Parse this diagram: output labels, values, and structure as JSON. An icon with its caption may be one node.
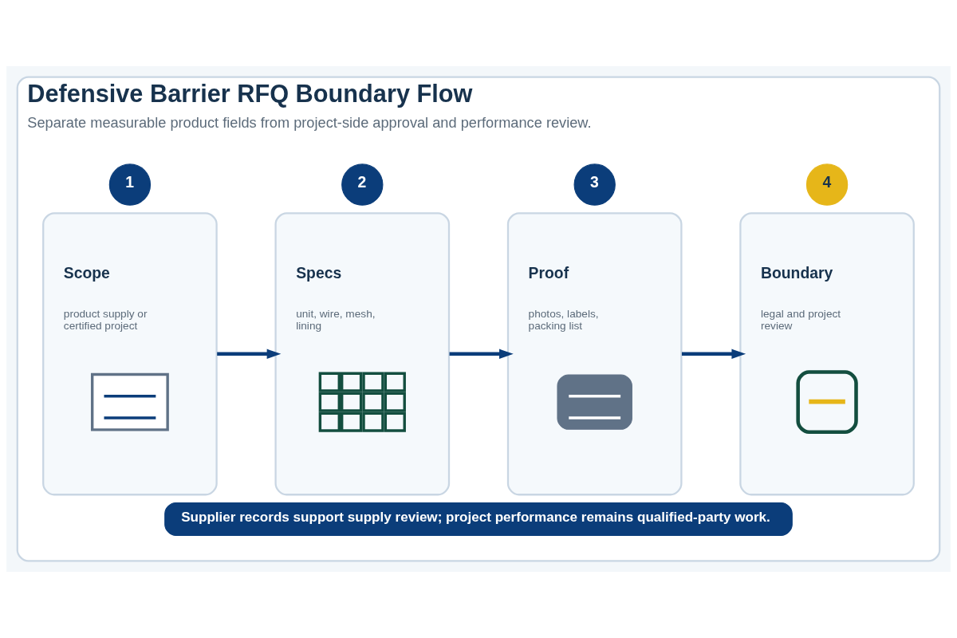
{
  "diagram": {
    "nodes": [
      {
        "text": [
          "Defensive Barrier RFQ Boundary Flow",
          "Separate measurable product fields from project-side approval and performance review."
        ]
      },
      {
        "text": [
          "1"
        ],
        "in": 0
      },
      {
        "text": [
          "Scope",
          "product supply or certified project"
        ],
        "in": 0
      },
      {
        "text": [
          "2"
        ],
        "in": 0
      },
      {
        "text": [
          "Specs",
          "unit, wire, mesh, lining"
        ],
        "in": 0
      },
      {
        "text": [
          "3"
        ],
        "in": 0
      },
      {
        "text": [
          "Proof",
          "photos, labels, packing list"
        ],
        "in": 0
      },
      {
        "text": [
          "4"
        ],
        "in": 0
      },
      {
        "text": [
          "Boundary",
          "legal and project review"
        ],
        "in": 0
      },
      {
        "text": [
          "Supplier records support supply review; project performance remains qualified-party work."
        ],
        "in": 0
      }
    ],
    "edges": [
      {
        "from": 2,
        "to": 4,
        "arrow": "to"
      },
      {
        "from": 4,
        "to": 6,
        "arrow": "to"
      },
      {
        "from": 6,
        "to": 8,
        "arrow": "to"
      }
    ]
  }
}
